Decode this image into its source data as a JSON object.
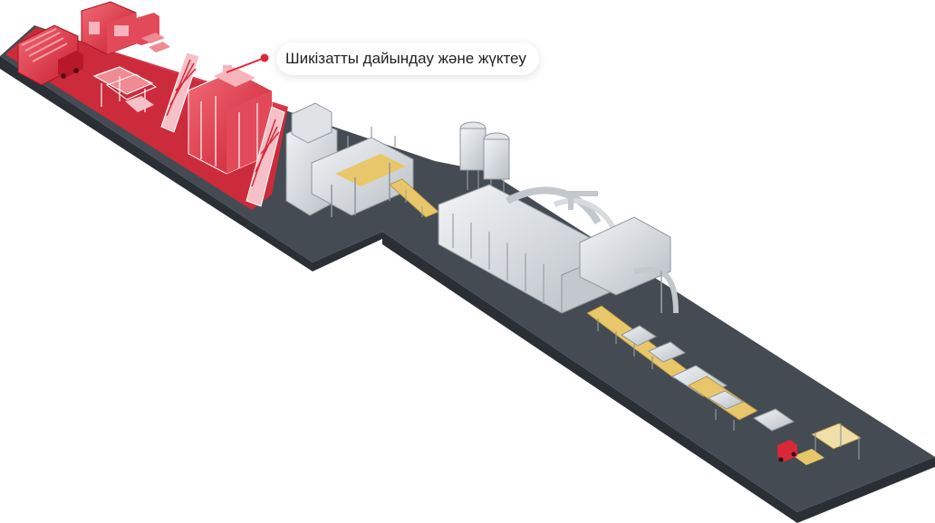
{
  "callout": {
    "label": "Шикізатты дайындау және жүктеу"
  },
  "colors": {
    "floor_top": "#454b53",
    "floor_side": "#2a2f36",
    "highlight_red": "#e0273a",
    "highlight_red_dark": "#a51524",
    "highlight_red_light": "#f4707c",
    "machine_light": "#e4e7ea",
    "machine_mid": "#c3c8cd",
    "machine_dark": "#8f969d",
    "product_yellow": "#e8c76a",
    "callout_dot": "#e0273a"
  },
  "stages": [
    {
      "name": "raw-material-preparation-and-loading",
      "highlighted": true
    },
    {
      "name": "mixing-and-feeding",
      "highlighted": false
    },
    {
      "name": "forming-and-conveying",
      "highlighted": false
    },
    {
      "name": "drying-oven",
      "highlighted": false
    },
    {
      "name": "cooling-and-cutting",
      "highlighted": false
    },
    {
      "name": "packing-and-palletizing",
      "highlighted": false
    }
  ]
}
